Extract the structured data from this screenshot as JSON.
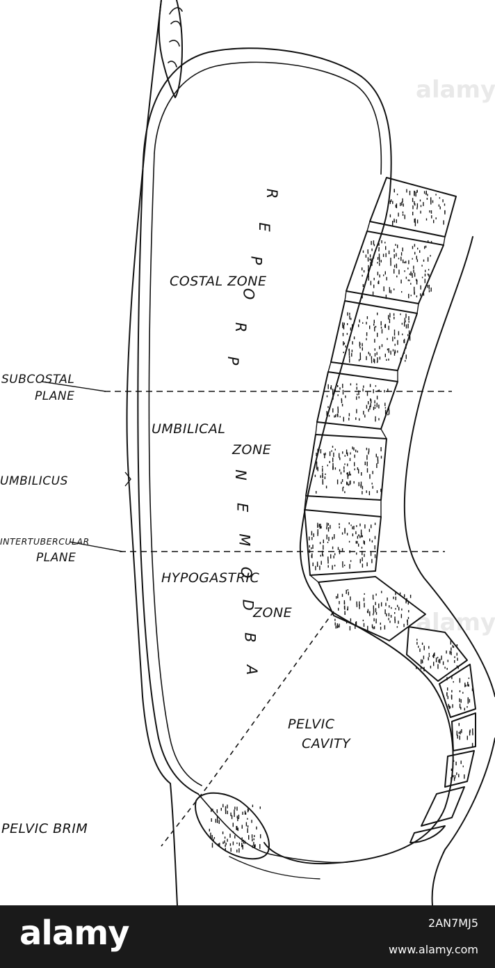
{
  "labels": {
    "subcostal": [
      "SUBCOSTAL",
      "PLANE"
    ],
    "umbilicus": "UMBILICUS",
    "intertubercular": [
      "INTERTUBERCULAR",
      "PLANE"
    ],
    "pelvic_brim": "PELVIC BRIM",
    "costal_zone": "COSTAL ZONE",
    "umbilical_zone": [
      "UMBILICAL",
      "ZONE"
    ],
    "hypogastric_zone": [
      "HYPOGASTRIC",
      "ZONE"
    ],
    "pelvic_cavity": [
      "PELVIC",
      "CAVITY"
    ],
    "abdomen_letters": [
      "A",
      "B",
      "D",
      "O",
      "M",
      "E",
      "N"
    ],
    "proper_letters": [
      "P",
      "R",
      "O",
      "P",
      "E",
      "R"
    ]
  },
  "watermark": {
    "brand": "alamy",
    "stock_id": "2AN7MJ5",
    "url": "www.alamy.com"
  }
}
